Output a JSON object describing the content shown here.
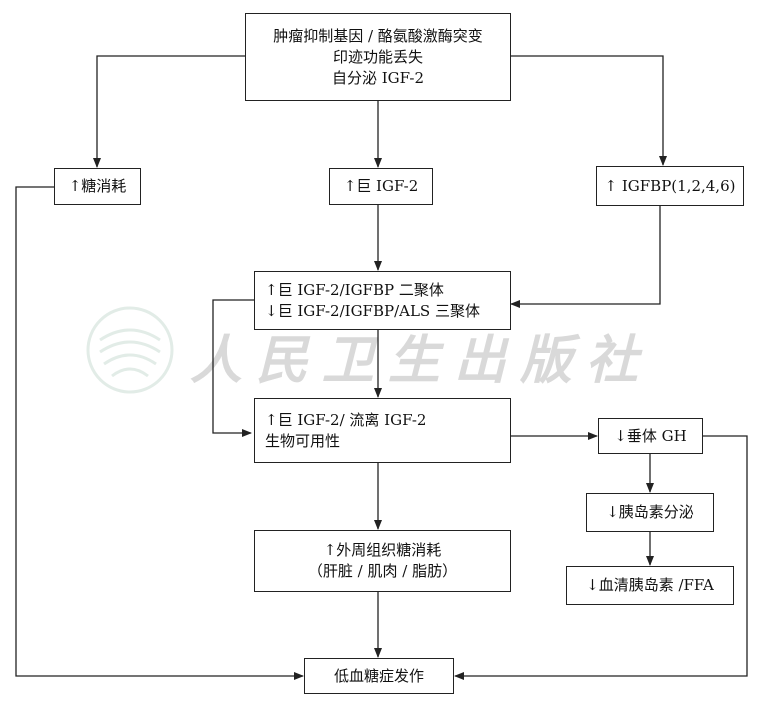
{
  "watermark": {
    "text": "人民卫生出版社"
  },
  "nodes": {
    "top": {
      "lines": [
        "肿瘤抑制基因 / 酪氨酸激酶突变",
        "印迹功能丢失",
        "自分泌 IGF-2"
      ]
    },
    "glucose_use": {
      "lines": [
        "↑糖消耗"
      ]
    },
    "big_igf2": {
      "lines": [
        "↑巨 IGF-2"
      ]
    },
    "igfbp": {
      "lines": [
        "↑ IGFBP(1,2,4,6)"
      ]
    },
    "complexes": {
      "lines": [
        "↑巨 IGF-2/IGFBP 二聚体",
        "↓巨 IGF-2/IGFBP/ALS 三聚体"
      ]
    },
    "bioavail": {
      "lines": [
        "↑巨 IGF-2/ 流离 IGF-2",
        "生物可用性"
      ]
    },
    "peripheral": {
      "lines": [
        "↑外周组织糖消耗",
        "（肝脏 / 肌肉 / 脂肪）"
      ]
    },
    "gh": {
      "lines": [
        "↓垂体 GH"
      ]
    },
    "insulin": {
      "lines": [
        "↓胰岛素分泌"
      ]
    },
    "serum": {
      "lines": [
        "↓血清胰岛素 /FFA"
      ]
    },
    "hypo": {
      "lines": [
        "低血糖症发作"
      ]
    }
  },
  "edges": [
    [
      "top",
      "glucose_use"
    ],
    [
      "top",
      "big_igf2"
    ],
    [
      "top",
      "igfbp"
    ],
    [
      "big_igf2",
      "complexes"
    ],
    [
      "igfbp",
      "complexes"
    ],
    [
      "complexes",
      "bioavail"
    ],
    [
      "bioavail",
      "peripheral"
    ],
    [
      "bioavail",
      "gh"
    ],
    [
      "gh",
      "insulin"
    ],
    [
      "insulin",
      "serum"
    ],
    [
      "peripheral",
      "hypo"
    ],
    [
      "glucose_use",
      "hypo"
    ],
    [
      "gh",
      "hypo"
    ]
  ]
}
